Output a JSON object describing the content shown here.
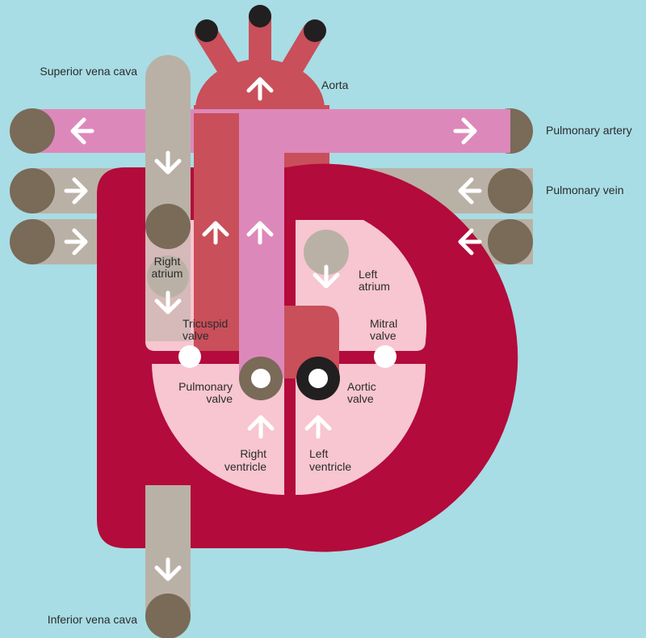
{
  "colors": {
    "background": "#a8dde5",
    "vein": "#bab1a6",
    "vein_end": "#7a6a58",
    "artery_pulmonary": "#dd88bb",
    "aorta": "#c94f5a",
    "heart_wall": "#b30b3b",
    "chamber": "#f7c6d0",
    "vessel_end_dark": "#221f20",
    "arrow": "#ffffff"
  },
  "labels": {
    "superior_vena_cava": "Superior vena cava",
    "aorta": "Aorta",
    "pulmonary_artery": "Pulmonary artery",
    "pulmonary_vein": "Pulmonary vein",
    "right_atrium": [
      "Right",
      "atrium"
    ],
    "left_atrium": [
      "Left",
      "atrium"
    ],
    "tricuspid_valve": [
      "Tricuspid",
      "valve"
    ],
    "mitral_valve": [
      "Mitral",
      "valve"
    ],
    "pulmonary_valve": [
      "Pulmonary",
      "valve"
    ],
    "aortic_valve": [
      "Aortic",
      "valve"
    ],
    "right_ventricle": [
      "Right",
      "ventricle"
    ],
    "left_ventricle": [
      "Left",
      "ventricle"
    ],
    "inferior_vena_cava": "Inferior vena cava"
  }
}
